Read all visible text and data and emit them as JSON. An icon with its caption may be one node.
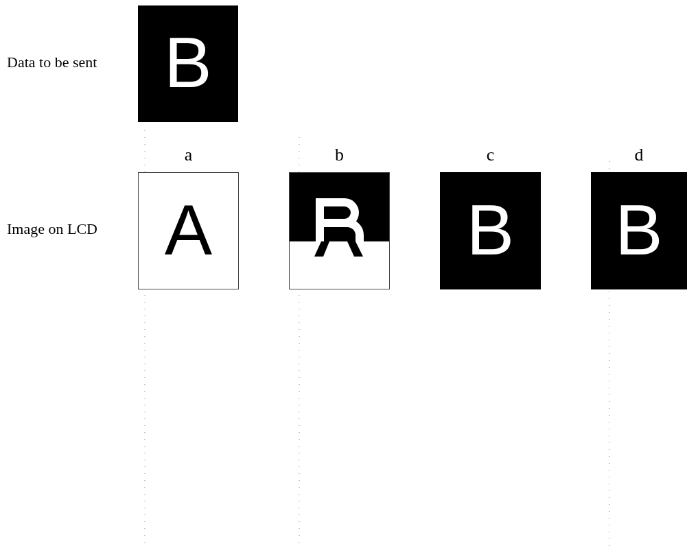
{
  "diagram": {
    "nodes": [
      {
        "text": [
          "B"
        ]
      },
      {
        "text": [
          "A"
        ],
        "beside": [
          "a"
        ]
      },
      {
        "text": [],
        "shape": "box",
        "beside": [
          "b"
        ]
      },
      {
        "text": [
          "B"
        ],
        "beside": [
          "c"
        ]
      },
      {
        "text": [
          "B"
        ],
        "beside": [
          "d"
        ]
      }
    ],
    "labels": [
      "Data to be sent",
      "Image on LCD"
    ]
  }
}
